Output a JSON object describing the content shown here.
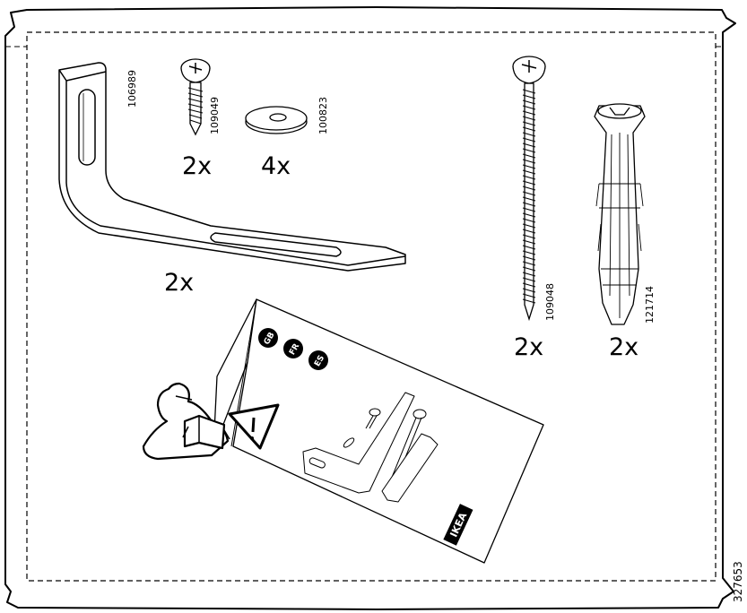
{
  "parts": [
    {
      "id": "bracket",
      "article": "106989",
      "quantity": "2x"
    },
    {
      "id": "small-screw",
      "article": "109049",
      "quantity": "2x"
    },
    {
      "id": "washer",
      "article": "100823",
      "quantity": "4x"
    },
    {
      "id": "long-screw",
      "article": "109048",
      "quantity": "2x"
    },
    {
      "id": "wall-plug",
      "article": "121714",
      "quantity": "2x"
    }
  ],
  "manual": {
    "languages": [
      "GB",
      "FR",
      "ES"
    ],
    "brand": "IKEA",
    "warning_symbol": "warning-triangle-icon"
  },
  "document_number": "327653"
}
